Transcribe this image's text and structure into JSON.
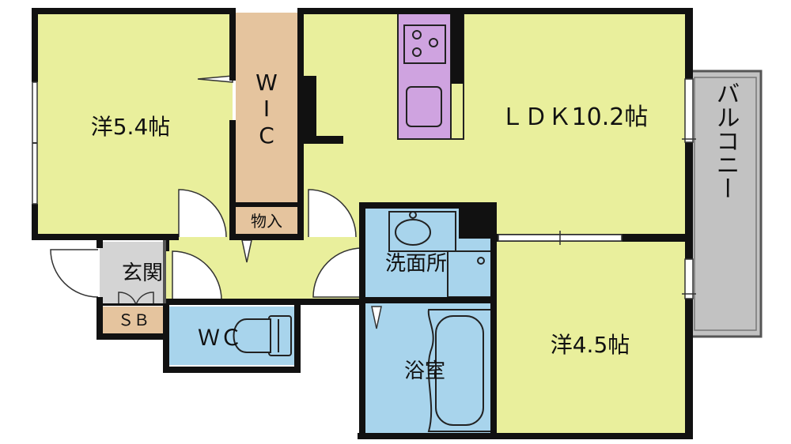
{
  "rooms": {
    "western_room_1": "洋5.4帖",
    "walk_in_closet_w": "W",
    "walk_in_closet_i": "I",
    "walk_in_closet_c": "C",
    "storage": "物入",
    "ldk": "ＬＤＫ10.2帖",
    "balcony": "バルコニー",
    "entrance": "玄関",
    "shoe_box": "ＳＢ",
    "toilet": "ＷＣ",
    "washroom": "洗面所",
    "bathroom": "浴室",
    "western_room_2": "洋4.5帖"
  },
  "colors": {
    "room_fill": "#e9ef9c",
    "wic_fill": "#e5c49e",
    "kitchen_fill": "#cfa3e0",
    "water_fill": "#a8d4ec",
    "balcony_fill": "#c2c2c2",
    "entrance_fill": "#d4d4d4",
    "wall": "#111111"
  }
}
